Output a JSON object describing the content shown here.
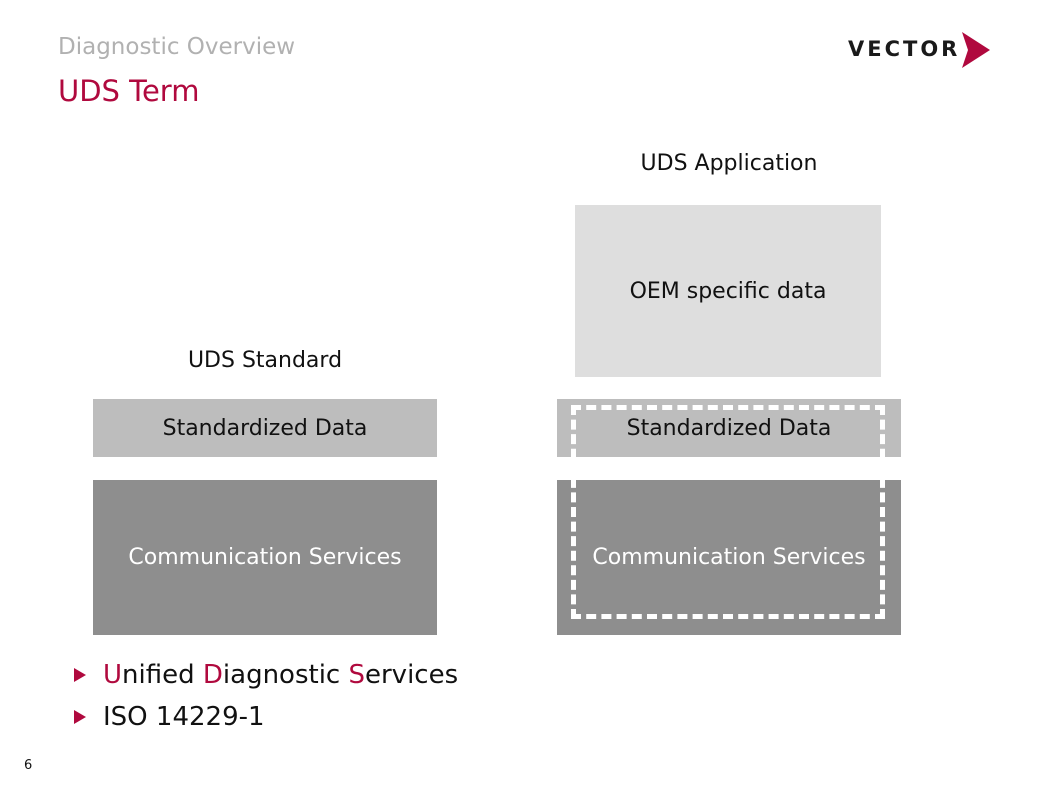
{
  "header": {
    "supertitle": "Diagnostic Overview",
    "title": "UDS Term",
    "logo_text": "VECTOR"
  },
  "standard": {
    "label": "UDS Standard",
    "data_box": "Standardized Data",
    "services_box": "Communication Services"
  },
  "application": {
    "label": "UDS Application",
    "oem_box": "OEM specific data",
    "data_box": "Standardized Data",
    "services_box": "Communication Services"
  },
  "bullets": {
    "item1": {
      "u": "U",
      "nified": "nified ",
      "d": "D",
      "iagnostic": "iagnostic ",
      "s": "S",
      "ervices": "ervices"
    },
    "item2": "ISO 14229-1"
  },
  "footer": {
    "page_number": "6"
  },
  "colors": {
    "accent": "#b0093e",
    "standard_data": "#bdbdbd",
    "services": "#8e8e8e",
    "oem": "#dedede"
  }
}
